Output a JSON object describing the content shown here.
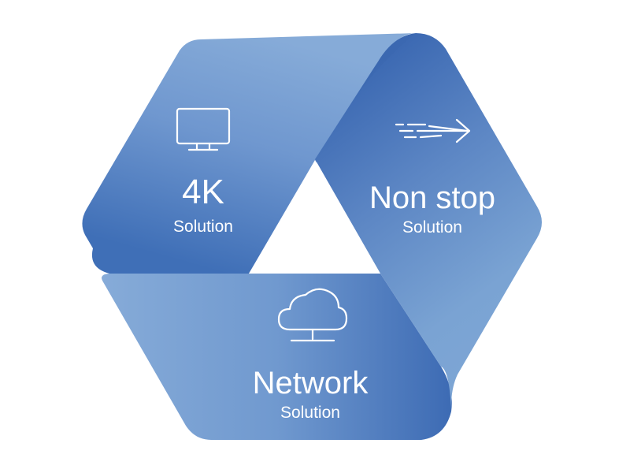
{
  "diagram": {
    "segments": [
      {
        "id": "4k",
        "title": "4K",
        "subtitle": "Solution",
        "icon": "monitor-icon"
      },
      {
        "id": "non-stop",
        "title": "Non stop",
        "subtitle": "Solution",
        "icon": "fast-arrow-icon"
      },
      {
        "id": "network",
        "title": "Network",
        "subtitle": "Solution",
        "icon": "cloud-network-icon"
      }
    ],
    "colors": {
      "light": "#7aa3d2",
      "mid": "#5f8ac6",
      "dark": "#3f6db4",
      "text": "#ffffff"
    }
  }
}
